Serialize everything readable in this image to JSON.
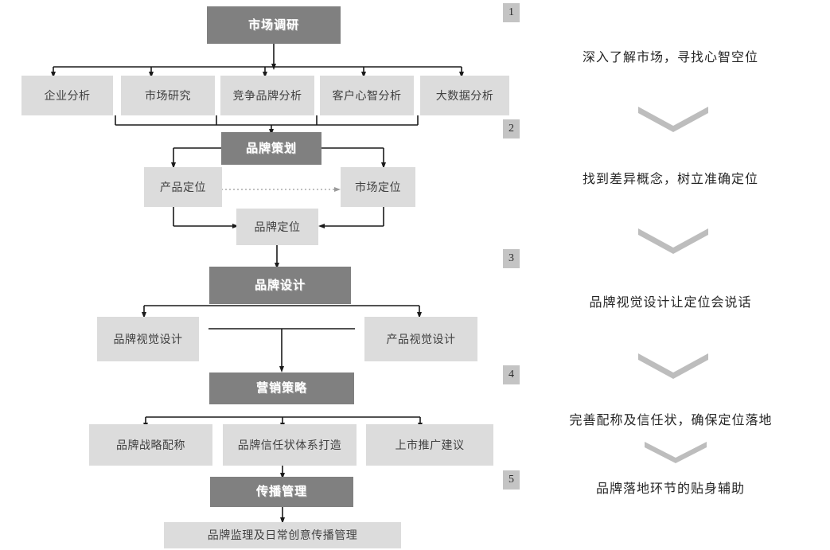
{
  "colors": {
    "dark_box": "#808080",
    "light_box": "#dcdcdc",
    "badge": "#c4c4c4",
    "line": "#1a1a1a",
    "chevron": "#bdbdbd",
    "dotted_arrow": "#9a9a9a",
    "text_dark": "#404040",
    "text_light": "#ffffff"
  },
  "flow": {
    "stage1": {
      "header": "市场调研",
      "children": [
        "企业分析",
        "市场研究",
        "竞争品牌分析",
        "客户心智分析",
        "大数据分析"
      ]
    },
    "stage2": {
      "header": "品牌策划",
      "left": "产品定位",
      "right": "市场定位",
      "center": "品牌定位"
    },
    "stage3": {
      "header": "品牌设计",
      "left": "品牌视觉设计",
      "right": "产品视觉设计"
    },
    "stage4": {
      "header": "营销策略",
      "children": [
        "品牌战略配称",
        "品牌信任状体系打造",
        "上市推广建议"
      ]
    },
    "stage5": {
      "header": "传播管理",
      "child": "品牌监理及日常创意传播管理"
    }
  },
  "step_badges": [
    {
      "label": "1"
    },
    {
      "label": "2"
    },
    {
      "label": "3"
    },
    {
      "label": "4"
    },
    {
      "label": "5"
    }
  ],
  "annotations": [
    {
      "text": "深入了解市场，寻找心智空位"
    },
    {
      "text": "找到差异概念，树立准确定位"
    },
    {
      "text": "品牌视觉设计让定位会说话"
    },
    {
      "text": "完善配称及信任状，确保定位落地"
    },
    {
      "text": "品牌落地环节的贴身辅助"
    }
  ],
  "chevron_icons": [
    {
      "name": "chevron-down-icon-1"
    },
    {
      "name": "chevron-down-icon-2"
    },
    {
      "name": "chevron-down-icon-3"
    },
    {
      "name": "chevron-down-icon-4"
    }
  ]
}
